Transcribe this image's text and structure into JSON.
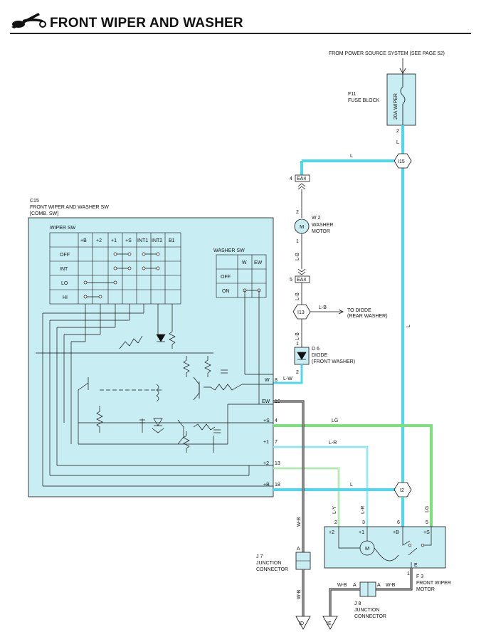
{
  "page": {
    "title": "FRONT WIPER AND WASHER"
  },
  "power": {
    "label": "FROM POWER SOURCE SYSTEM (SEE PAGE 52)"
  },
  "fuse": {
    "id": "F11",
    "name": "FUSE BLOCK",
    "rating": "20A WIPER",
    "pin": "2"
  },
  "connectors": {
    "i15": "I15",
    "ea4": "EA4",
    "ea4_pin_top": "4",
    "ea4_pin_bottom": "5",
    "i13": "I13",
    "i2": "I2",
    "id": "ID",
    "ie": "IE"
  },
  "washer_motor": {
    "id": "W 2",
    "name_line1": "WASHER",
    "name_line2": "MOTOR",
    "pin_top": "2",
    "pin_bottom": "1",
    "symbol": "M"
  },
  "diode": {
    "id": "D 6",
    "name_line1": "DIODE",
    "name_line2": "(FRONT WASHER)",
    "pin_top": "1",
    "pin_bottom": "2"
  },
  "rear_washer": {
    "line1": "TO DIODE",
    "line2": "(REAR WASHER)"
  },
  "switch": {
    "id": "C15",
    "name_line1": "FRONT WIPER AND WASHER SW",
    "name_line2": "[COMB. SW]",
    "wiper_title": "WIPER SW",
    "wiper_cols": [
      "+B",
      "+2",
      "+1",
      "+S",
      "INT1",
      "INT2",
      "B1"
    ],
    "wiper_rows": [
      "OFF",
      "INT",
      "LO",
      "HI"
    ],
    "washer_title": "WASHER SW",
    "washer_cols": [
      "W",
      "EW"
    ],
    "washer_rows": [
      "OFF",
      "ON"
    ],
    "terminals": [
      {
        "name": "W",
        "pin": "8"
      },
      {
        "name": "EW",
        "pin": "16"
      },
      {
        "name": "+S",
        "pin": "4"
      },
      {
        "name": "+1",
        "pin": "7"
      },
      {
        "name": "+2",
        "pin": "13"
      },
      {
        "name": "+B",
        "pin": "18"
      }
    ]
  },
  "wire_colors": {
    "l": "L",
    "lb": "L-B",
    "lw": "L-W",
    "lg": "LG",
    "lr": "L-R",
    "ly": "L-Y",
    "wb": "W-B"
  },
  "wiper_motor": {
    "id": "F 3",
    "name_line1": "FRONT WIPER",
    "name_line2": "MOTOR",
    "symbol": "M",
    "terms": [
      "+2",
      "+1",
      "+B",
      "+S",
      "E"
    ],
    "pins": [
      "2",
      "3",
      "6",
      "5",
      "1"
    ]
  },
  "j7": {
    "id": "J 7",
    "name_line1": "JUNCTION",
    "name_line2": "CONNECTOR",
    "pin": "A"
  },
  "j8": {
    "id": "J 8",
    "name_line1": "JUNCTION",
    "name_line2": "CONNECTOR",
    "pin": "A"
  },
  "colors": {
    "cyan_fill": "#c8eef4",
    "wire_cyan": "#4fd8e8",
    "wire_green": "#7de07d",
    "ink": "#111111"
  }
}
